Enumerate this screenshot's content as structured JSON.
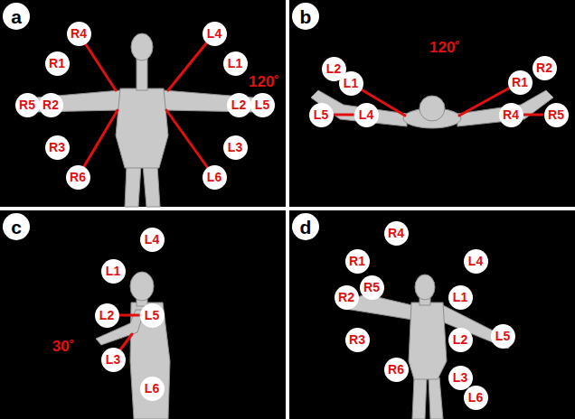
{
  "diagram": {
    "nodes": [
      {
        "text": [
          "a"
        ]
      },
      {
        "text": [
          "R4"
        ]
      },
      {
        "text": [
          "R1"
        ]
      },
      {
        "text": [
          "R5"
        ]
      },
      {
        "text": [
          "R2"
        ]
      },
      {
        "text": [
          "R3"
        ]
      },
      {
        "text": [
          "R6"
        ]
      },
      {
        "text": [
          "L4"
        ]
      },
      {
        "text": [
          "L1"
        ]
      },
      {
        "text": [
          "L2"
        ]
      },
      {
        "text": [
          "L5"
        ]
      },
      {
        "text": [
          "L3"
        ]
      },
      {
        "text": [
          "L6"
        ]
      },
      {
        "text": [
          "b"
        ]
      },
      {
        "text": [
          "L2"
        ]
      },
      {
        "text": [
          "L1"
        ]
      },
      {
        "text": [
          "R2"
        ]
      },
      {
        "text": [
          "R1"
        ]
      },
      {
        "text": [
          "L5"
        ]
      },
      {
        "text": [
          "L4"
        ]
      },
      {
        "text": [
          "R4"
        ]
      },
      {
        "text": [
          "R5"
        ]
      },
      {
        "text": [
          "c"
        ]
      },
      {
        "text": [
          "L4"
        ]
      },
      {
        "text": [
          "L1"
        ]
      },
      {
        "text": [
          "L2"
        ]
      },
      {
        "text": [
          "L5"
        ]
      },
      {
        "text": [
          "L3"
        ]
      },
      {
        "text": [
          "L6"
        ]
      },
      {
        "text": [
          "d"
        ]
      },
      {
        "text": [
          "R4"
        ]
      },
      {
        "text": [
          "R1"
        ]
      },
      {
        "text": [
          "L4"
        ]
      },
      {
        "text": [
          "R2"
        ]
      },
      {
        "text": [
          "R5"
        ]
      },
      {
        "text": [
          "L1"
        ]
      },
      {
        "text": [
          "L5"
        ]
      },
      {
        "text": [
          "R3"
        ]
      },
      {
        "text": [
          "L2"
        ]
      },
      {
        "text": [
          "R6"
        ]
      },
      {
        "text": [
          "L3"
        ]
      },
      {
        "text": [
          "L6"
        ]
      }
    ],
    "edges": [
      {
        "from": 18,
        "to": 19,
        "arrow": "none"
      },
      {
        "from": 20,
        "to": 21,
        "arrow": "none"
      },
      {
        "from": 25,
        "to": 26,
        "arrow": "none"
      }
    ],
    "labels": [
      "120˚",
      "120˚",
      "30˚"
    ]
  }
}
